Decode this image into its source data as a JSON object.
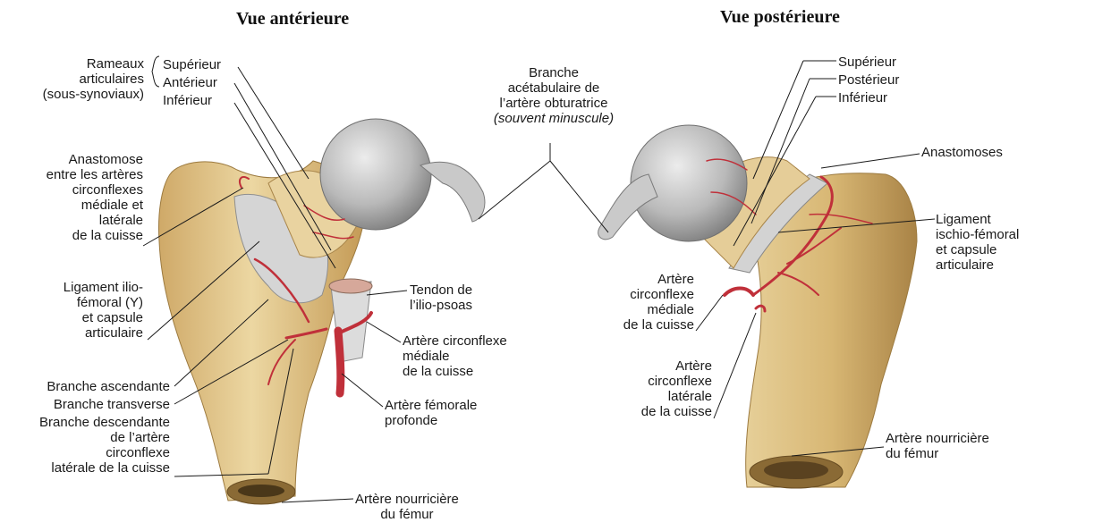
{
  "titles": {
    "anterior": "Vue antérieure",
    "posterior": "Vue postérieure"
  },
  "anterior": {
    "rameaux_group": [
      "Rameaux",
      "articulaires",
      "(sous-synoviaux)"
    ],
    "rameaux_items": [
      "Supérieur",
      "Antérieur",
      "Inférieur"
    ],
    "anastomose": [
      "Anastomose",
      "entre les artères",
      "circonflexes",
      "médiale et",
      "latérale",
      "de la cuisse"
    ],
    "ligament": [
      "Ligament ilio-",
      "fémoral (Y)",
      "et capsule",
      "articulaire"
    ],
    "branche_ascendante": "Branche ascendante",
    "branche_transverse": "Branche transverse",
    "branche_descendante": [
      "Branche descendante",
      "de l’artère",
      "circonflexe",
      "latérale de la cuisse"
    ],
    "tendon": [
      "Tendon de",
      "l’ilio-psoas"
    ],
    "circonflexe_mediale": [
      "Artère circonflexe",
      "médiale",
      "de la cuisse"
    ],
    "femorale_profonde": [
      "Artère fémorale",
      "profonde"
    ],
    "nourriciere": [
      "Artère nourricière",
      "du fémur"
    ]
  },
  "center": {
    "acetabulaire": [
      "Branche",
      "acétabulaire de",
      "l’artère obturatrice"
    ],
    "acetabulaire_note": "(souvent minuscule)"
  },
  "posterior": {
    "items": [
      "Supérieur",
      "Postérieur",
      "Inférieur"
    ],
    "anastomoses": "Anastomoses",
    "ligament": [
      "Ligament",
      "ischio-fémoral",
      "et capsule",
      "articulaire"
    ],
    "circonflexe_mediale": [
      "Artère",
      "circonflexe",
      "médiale",
      "de la cuisse"
    ],
    "circonflexe_laterale": [
      "Artère",
      "circonflexe",
      "latérale",
      "de la cuisse"
    ],
    "nourriciere": [
      "Artère nourricière",
      "du fémur"
    ]
  },
  "colors": {
    "bone": "#e2c488",
    "bone_shadow": "#b89250",
    "head": "#b7b7b7",
    "artery": "#c0303a",
    "capsule": "#cfcfcf"
  }
}
